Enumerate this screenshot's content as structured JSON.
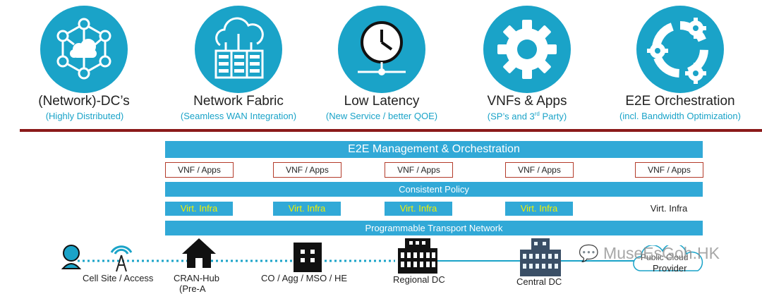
{
  "pillars": [
    {
      "title": "(Network)-DC’s",
      "subtitle": "(Highly Distributed)",
      "icon": "network-cloud-icon"
    },
    {
      "title": "Network Fabric",
      "subtitle": "(Seamless WAN Integration)",
      "icon": "cloud-servers-icon"
    },
    {
      "title": "Low Latency",
      "subtitle": "(New Service / better QOE)",
      "icon": "clock-network-icon"
    },
    {
      "title": "VNFs & Apps",
      "subtitle_pre": "(SP’s and 3",
      "subtitle_sup": "rd",
      "subtitle_post": " Party)",
      "icon": "gear-icon"
    },
    {
      "title": "E2E Orchestration",
      "subtitle": "(incl. Bandwidth Optimization)",
      "icon": "orchestration-gears-icon"
    }
  ],
  "stack": {
    "management": "E2E Management & Orchestration",
    "vnf_label": "VNF / Apps",
    "policy": "Consistent Policy",
    "virt_label": "Virt. Infra",
    "transport": "Programmable Transport Network"
  },
  "sites": {
    "cell": "Cell Site / Access",
    "cran": "CRAN-Hub",
    "cran_cut": "(Pre-A",
    "co": "CO / Agg / MSO / HE",
    "regional": "Regional DC",
    "central": "Central DC",
    "provider_line1": "Public Cloud",
    "provider_line2": "Provider"
  },
  "watermark": "MuseEsGoh.HK",
  "colors": {
    "accent": "#1aa3c8",
    "bar": "#31a9d7",
    "divider": "#8b1a1a",
    "virt_text": "#f4f000",
    "vnf_border": "#b33b2a"
  }
}
